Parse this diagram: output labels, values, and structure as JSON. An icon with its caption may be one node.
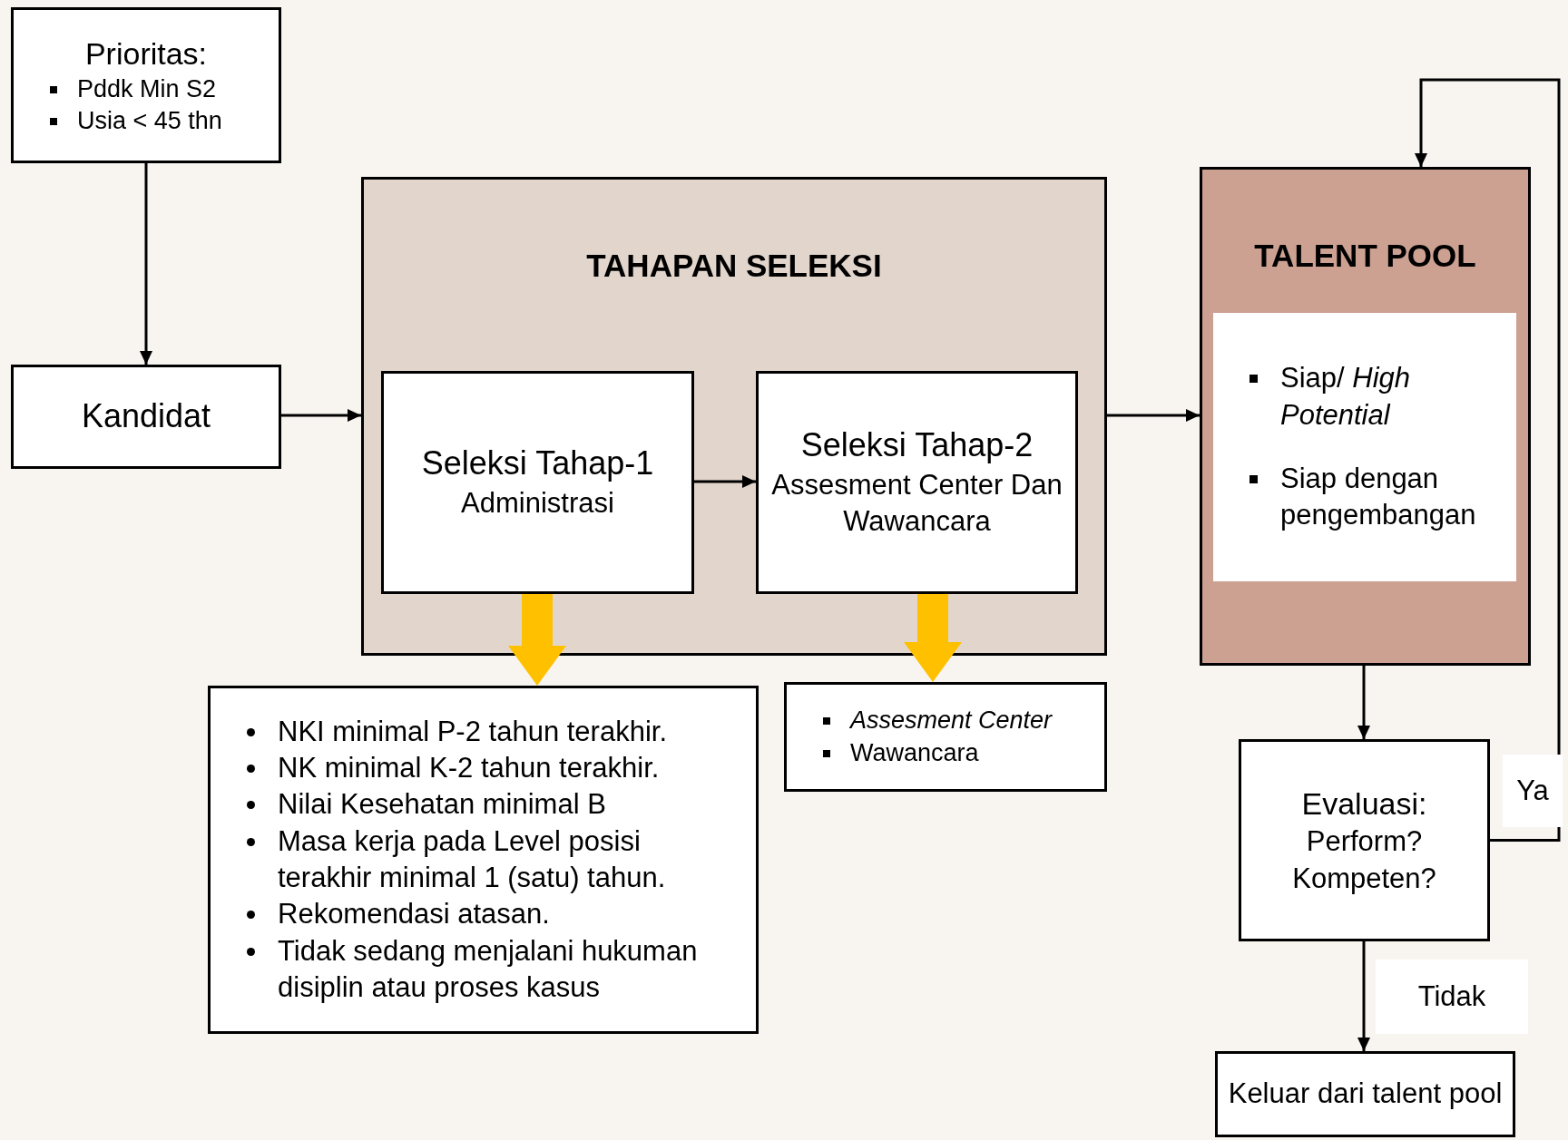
{
  "diagram": {
    "nodes": [
      {
        "text": [
          "Prioritas:",
          "Pddk Min S2",
          "Usia < 45 thn"
        ]
      },
      {
        "text": [
          "Kandidat"
        ]
      },
      {
        "text": [
          "TAHAPAN SELEKSI"
        ]
      },
      {
        "text": [
          "Seleksi Tahap-1",
          "Administrasi"
        ],
        "in": 2
      },
      {
        "text": [
          "Seleksi Tahap-2",
          "Assesment Center Dan Wawancara"
        ],
        "in": 2
      },
      {
        "text": [
          "NKI minimal P-2 tahun terakhir.",
          "NK minimal K-2 tahun terakhir.",
          "Nilai Kesehatan minimal B",
          "Masa kerja pada Level posisi terakhir minimal 1 (satu) tahun.",
          "Rekomendasi atasan.",
          "Tidak sedang menjalani hukuman disiplin atau proses kasus"
        ]
      },
      {
        "text": [
          "Assesment Center",
          "Wawancara"
        ]
      },
      {
        "text": [
          "TALENT POOL"
        ]
      },
      {
        "text": [
          "Siap/ *High Potential*",
          "Siap dengan pengembangan"
        ],
        "in": 7
      },
      {
        "text": [
          "Evaluasi:",
          "Perform?",
          "Kompeten?"
        ]
      },
      {
        "text": [
          "Keluar dari talent pool"
        ]
      }
    ],
    "edges": [
      {
        "from": 0,
        "to": 1,
        "arrow": "to"
      },
      {
        "from": 1,
        "to": 2,
        "arrow": "to"
      },
      {
        "from": 3,
        "to": 4,
        "arrow": "to"
      },
      {
        "from": 2,
        "to": 7,
        "arrow": "to"
      },
      {
        "from": 3,
        "to": 5,
        "arrow": "to",
        "style": "thick",
        "color": "#ffc000"
      },
      {
        "from": 4,
        "to": 6,
        "arrow": "to",
        "style": "thick",
        "color": "#ffc000"
      },
      {
        "from": 7,
        "to": 9,
        "arrow": "to"
      },
      {
        "from": 9,
        "to": 7,
        "arrow": "to",
        "label": "Ya"
      },
      {
        "from": 9,
        "to": 10,
        "arrow": "to",
        "label": "Tidak"
      }
    ]
  }
}
